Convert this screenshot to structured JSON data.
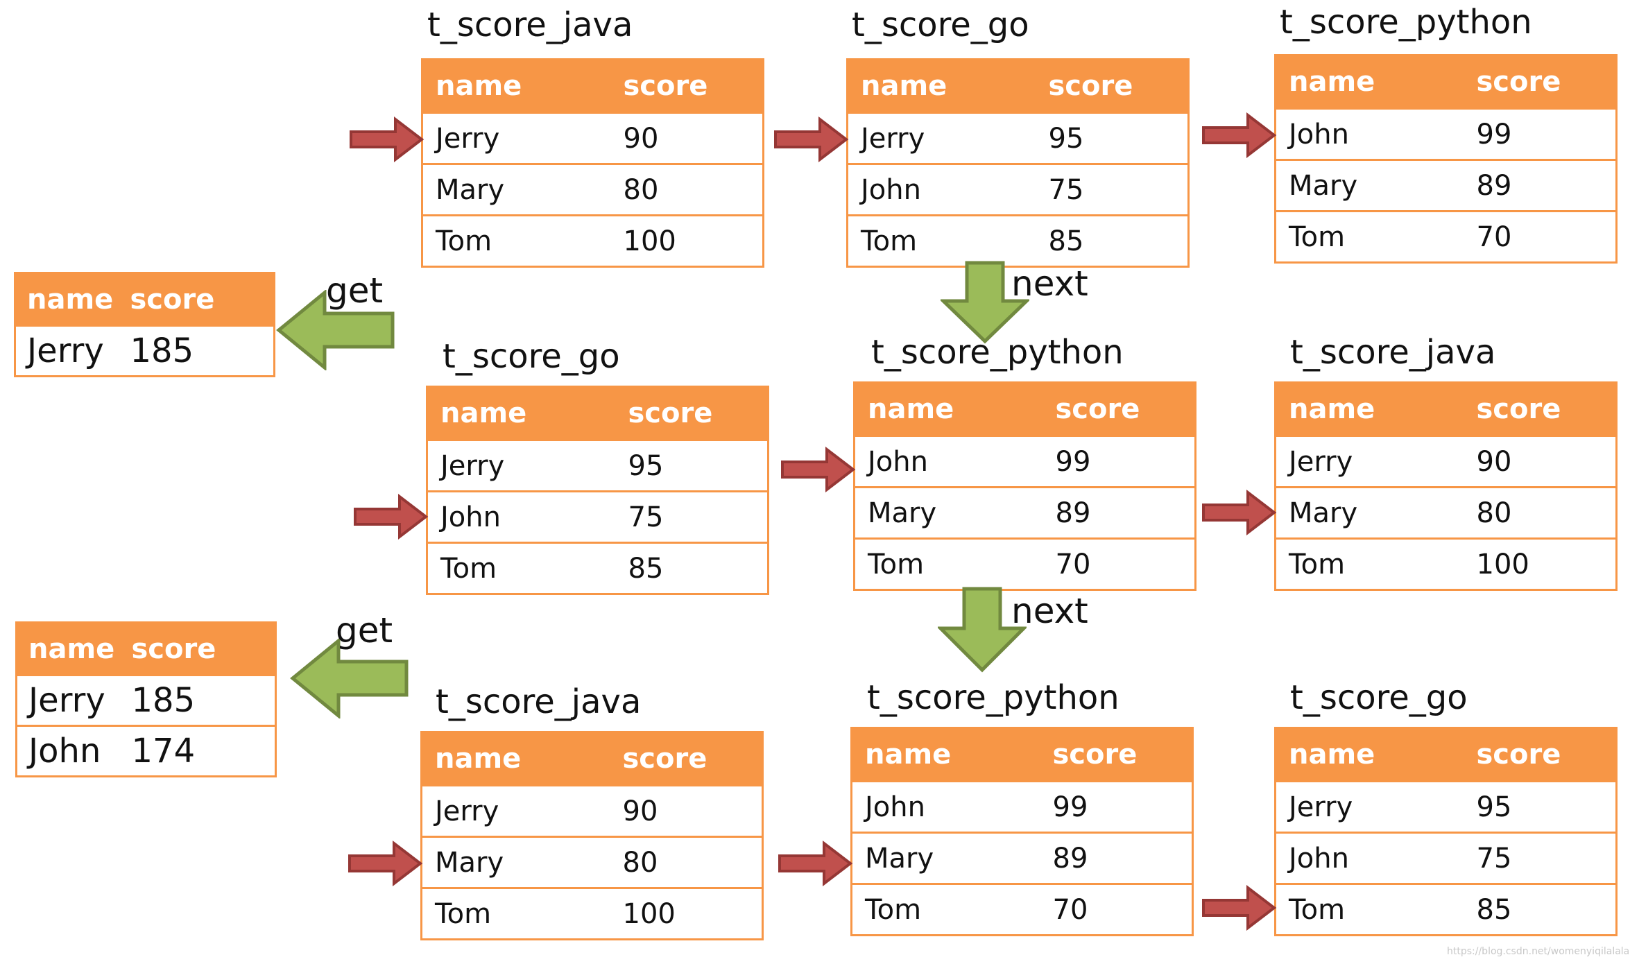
{
  "headers": {
    "name": "name",
    "score": "score"
  },
  "grid": [
    {
      "tables": [
        {
          "title": "t_score_java",
          "rows": [
            [
              "Jerry",
              "90"
            ],
            [
              "Mary",
              "80"
            ],
            [
              "Tom",
              "100"
            ]
          ],
          "pointer_row": 0
        },
        {
          "title": "t_score_go",
          "rows": [
            [
              "Jerry",
              "95"
            ],
            [
              "John",
              "75"
            ],
            [
              "Tom",
              "85"
            ]
          ],
          "pointer_row": 0
        },
        {
          "title": "t_score_python",
          "rows": [
            [
              "John",
              "99"
            ],
            [
              "Mary",
              "89"
            ],
            [
              "Tom",
              "70"
            ]
          ],
          "pointer_row": 0
        }
      ],
      "result": [
        [
          "Jerry",
          "185"
        ]
      ]
    },
    {
      "tables": [
        {
          "title": "t_score_go",
          "rows": [
            [
              "Jerry",
              "95"
            ],
            [
              "John",
              "75"
            ],
            [
              "Tom",
              "85"
            ]
          ],
          "pointer_row": 1
        },
        {
          "title": "t_score_python",
          "rows": [
            [
              "John",
              "99"
            ],
            [
              "Mary",
              "89"
            ],
            [
              "Tom",
              "70"
            ]
          ],
          "pointer_row": 0
        },
        {
          "title": "t_score_java",
          "rows": [
            [
              "Jerry",
              "90"
            ],
            [
              "Mary",
              "80"
            ],
            [
              "Tom",
              "100"
            ]
          ],
          "pointer_row": 1
        }
      ],
      "result": [
        [
          "Jerry",
          "185"
        ],
        [
          "John",
          "174"
        ]
      ]
    },
    {
      "tables": [
        {
          "title": "t_score_java",
          "rows": [
            [
              "Jerry",
              "90"
            ],
            [
              "Mary",
              "80"
            ],
            [
              "Tom",
              "100"
            ]
          ],
          "pointer_row": 1
        },
        {
          "title": "t_score_python",
          "rows": [
            [
              "John",
              "99"
            ],
            [
              "Mary",
              "89"
            ],
            [
              "Tom",
              "70"
            ]
          ],
          "pointer_row": 1
        },
        {
          "title": "t_score_go",
          "rows": [
            [
              "Jerry",
              "95"
            ],
            [
              "John",
              "75"
            ],
            [
              "Tom",
              "85"
            ]
          ],
          "pointer_row": 2
        }
      ]
    }
  ],
  "labels": {
    "next": "next",
    "get": "get"
  },
  "watermark": "https://blog.csdn.net/womenyiqilalala",
  "colors": {
    "header": "#F79646",
    "pointer_arrow": "#953735",
    "flow_arrow": "#9BBB59"
  }
}
